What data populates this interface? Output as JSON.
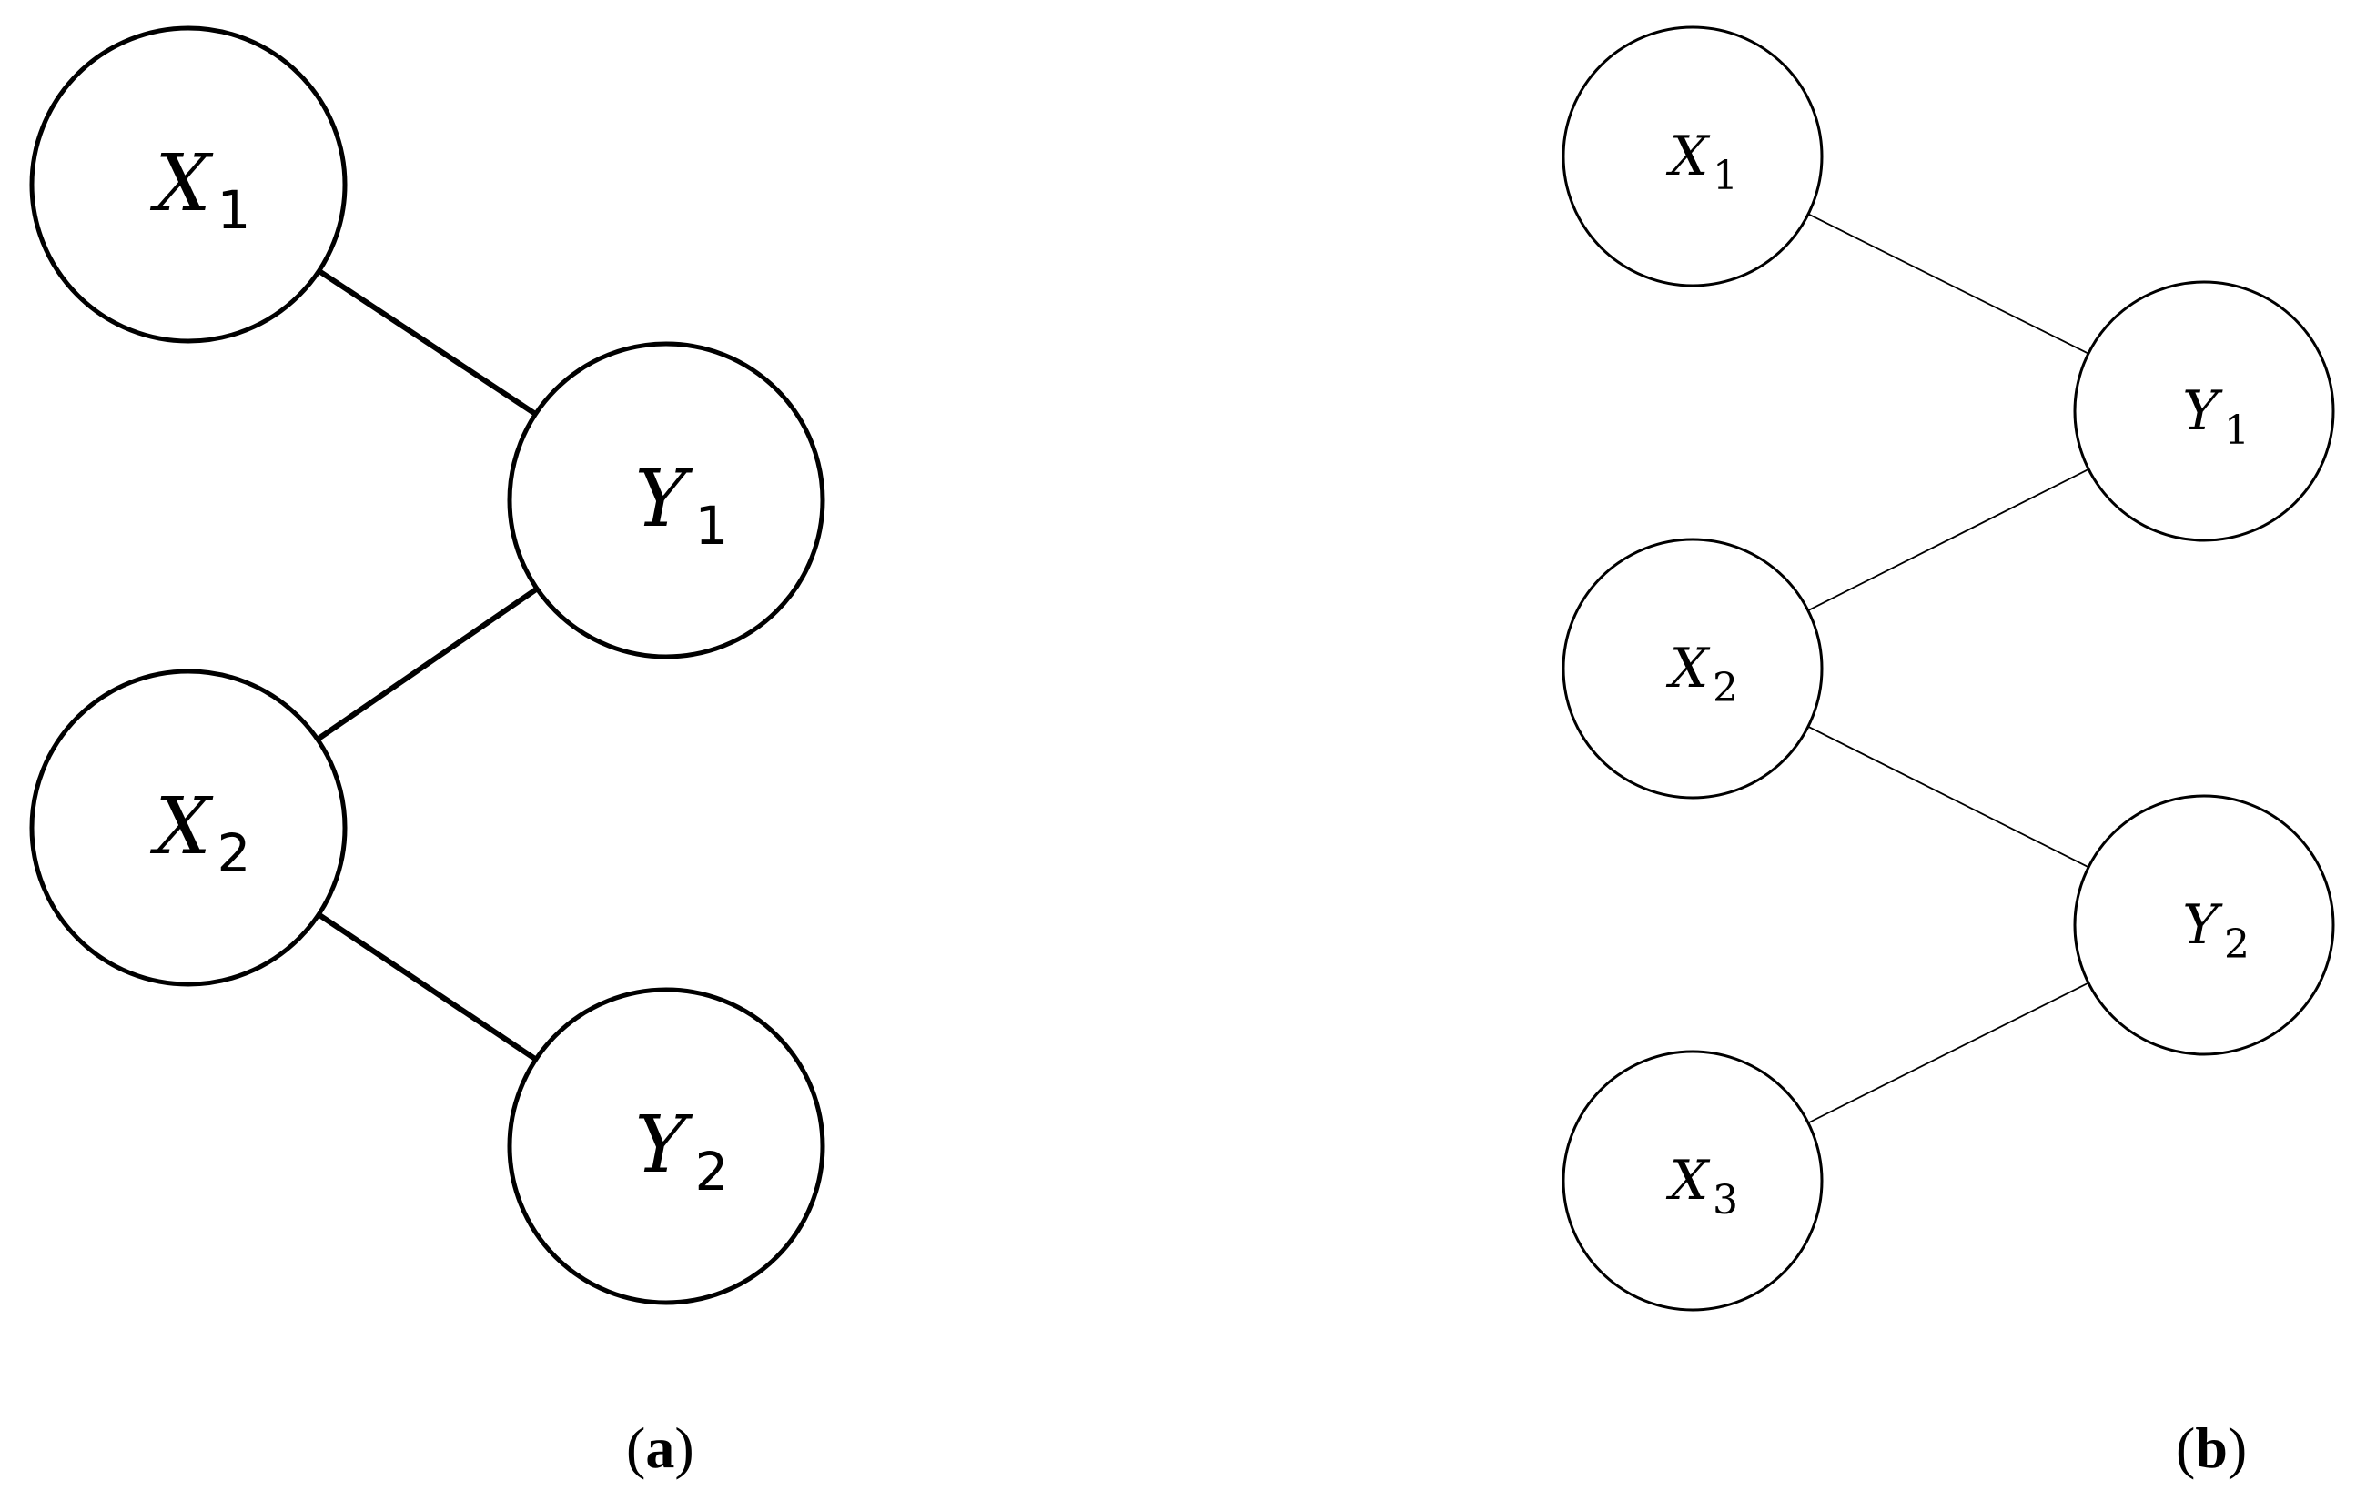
{
  "panels": [
    {
      "id": "a",
      "caption_open": "(",
      "caption_letter": "a",
      "caption_close": ")",
      "nodes": [
        {
          "id": "X1",
          "main": "X",
          "sub": "1"
        },
        {
          "id": "Y1",
          "main": "Y",
          "sub": "1"
        },
        {
          "id": "X2",
          "main": "X",
          "sub": "2"
        },
        {
          "id": "Y2",
          "main": "Y",
          "sub": "2"
        }
      ],
      "edges": [
        [
          "X1",
          "Y1"
        ],
        [
          "Y1",
          "X2"
        ],
        [
          "X2",
          "Y2"
        ]
      ]
    },
    {
      "id": "b",
      "caption_open": "(",
      "caption_letter": "b",
      "caption_close": ")",
      "nodes": [
        {
          "id": "X1",
          "main": "X",
          "sub": "1"
        },
        {
          "id": "Y1",
          "main": "Y",
          "sub": "1"
        },
        {
          "id": "X2",
          "main": "X",
          "sub": "2"
        },
        {
          "id": "Y2",
          "main": "Y",
          "sub": "2"
        },
        {
          "id": "X3",
          "main": "X",
          "sub": "3"
        }
      ],
      "edges": [
        [
          "X1",
          "Y1"
        ],
        [
          "Y1",
          "X2"
        ],
        [
          "X2",
          "Y2"
        ],
        [
          "Y2",
          "X3"
        ]
      ]
    }
  ]
}
